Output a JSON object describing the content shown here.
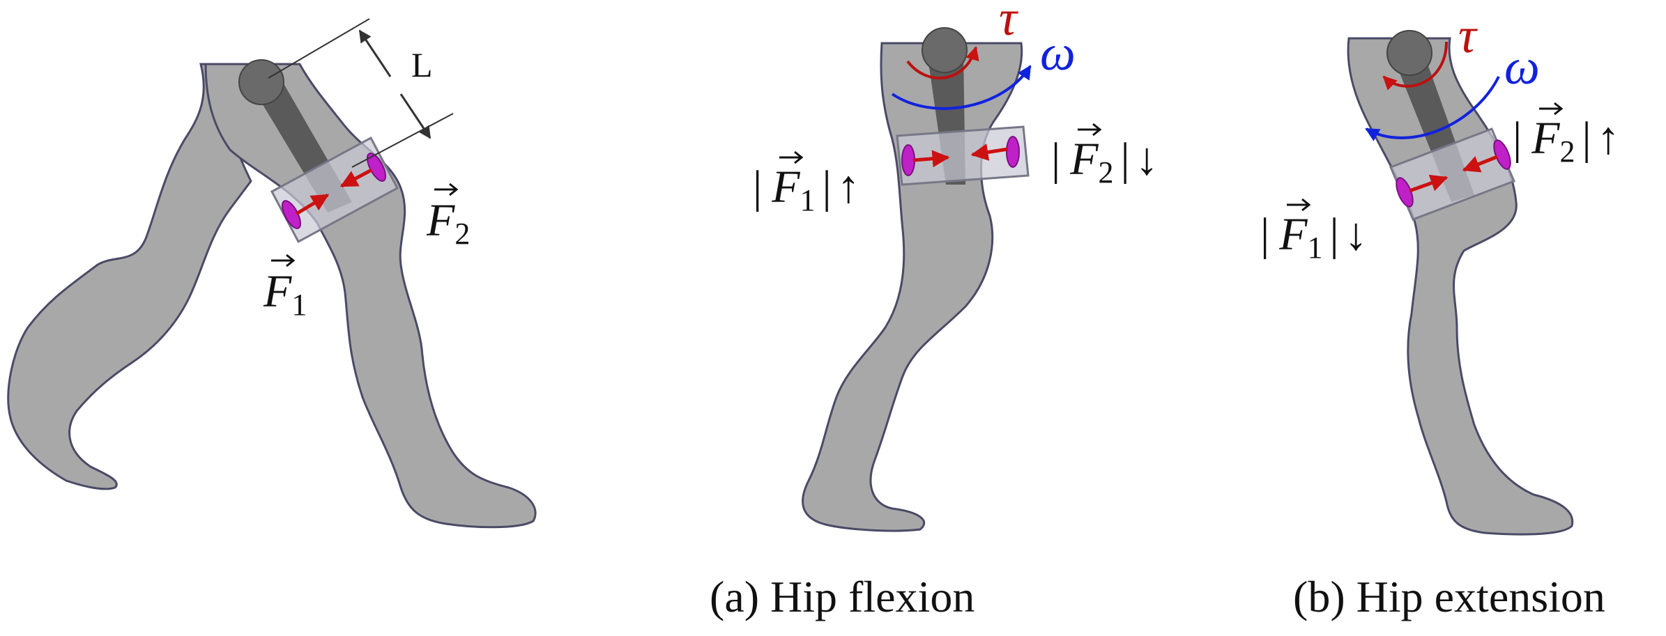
{
  "colors": {
    "leg_fill": "#a8a8a8",
    "leg_stroke": "#4a4a66",
    "rod": "#5a5a5a",
    "joint": "#6a6a6a",
    "cuff": "#c9c9d6",
    "sensor": "#c020c8",
    "force_arrow": "#cc1111",
    "torque": "#bb1111",
    "velocity": "#1122dd"
  },
  "icons": {
    "arrow_up": "↑",
    "arrow_down": "↓"
  },
  "labels": {
    "length": "L",
    "force_symbol": "F",
    "sub_1": "1",
    "sub_2": "2",
    "bar": "|",
    "tau": "τ",
    "omega": "ω"
  },
  "captions": {
    "flexion": "(a) Hip flexion",
    "extension": "(b) Hip extension"
  }
}
